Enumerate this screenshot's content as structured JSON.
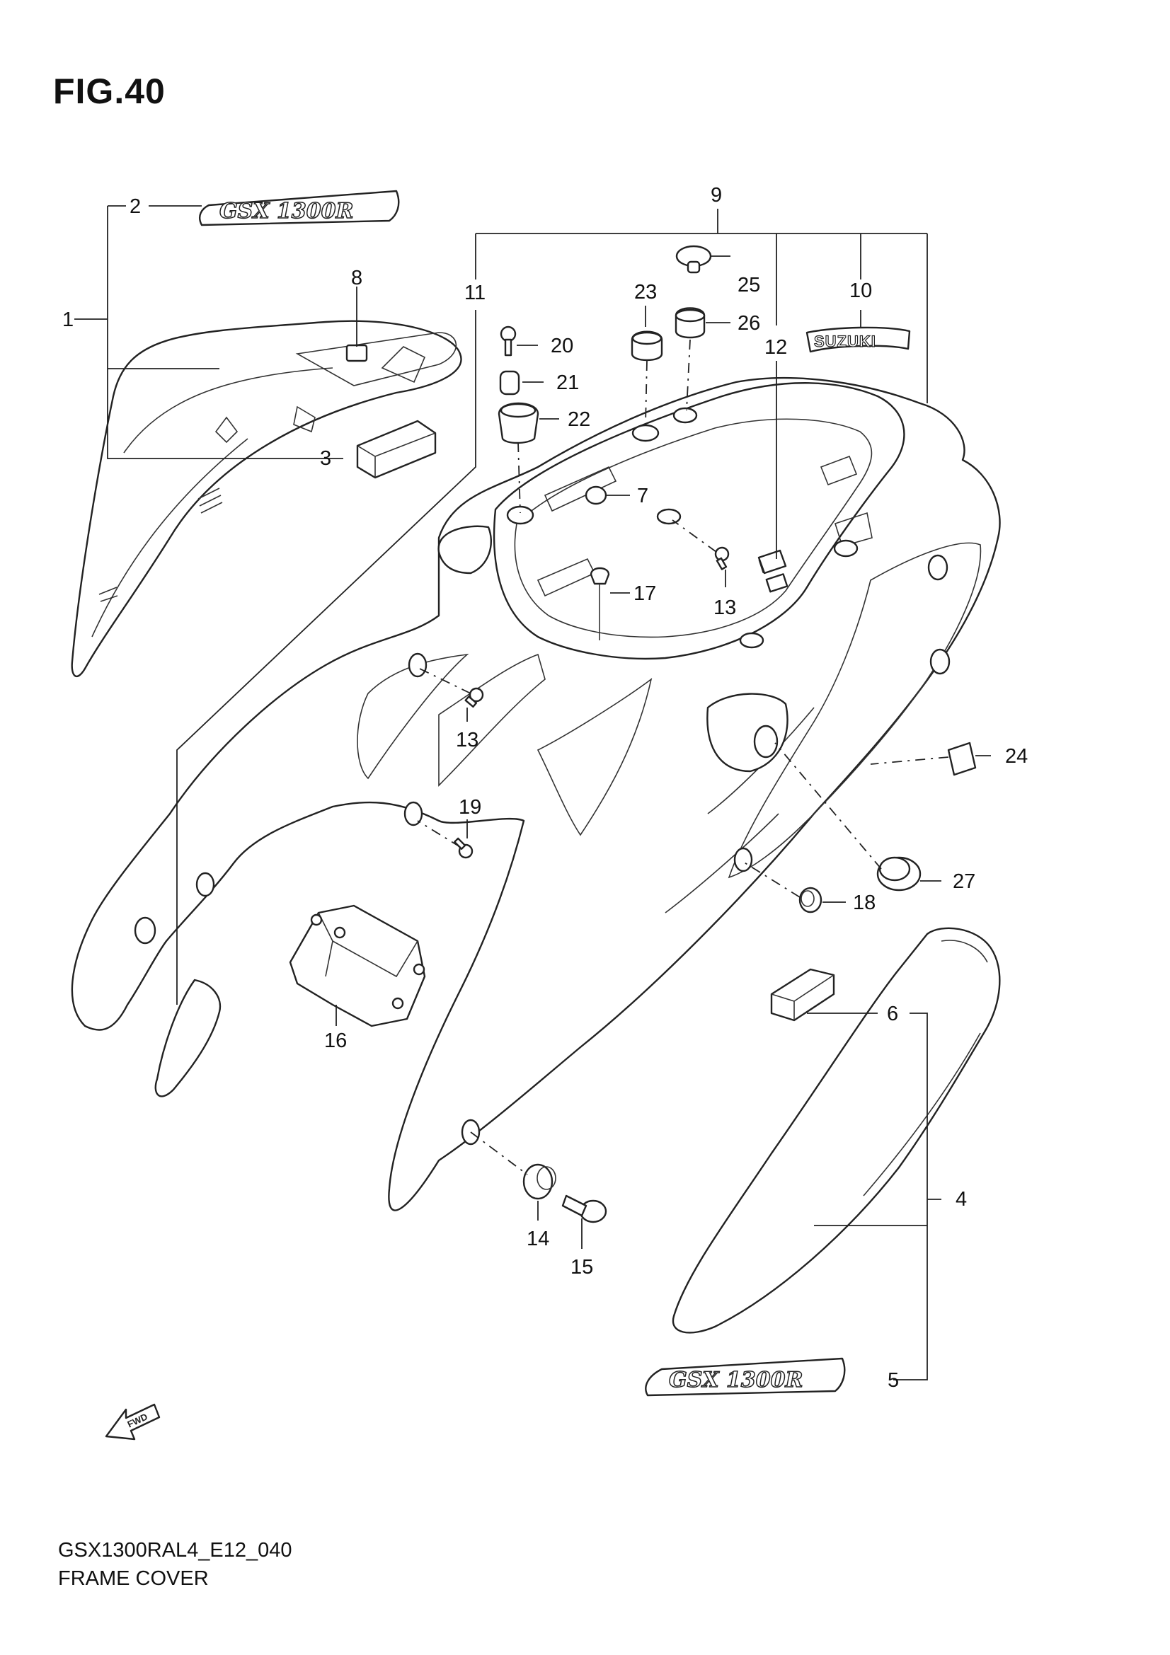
{
  "figure": {
    "title": "FIG.40",
    "model_code": "GSX1300RAL4_E12_040",
    "section_name": "FRAME COVER"
  },
  "emblems": {
    "top_emblem_text": "GSX 1300R",
    "bottom_emblem_text": "GSX 1300R",
    "suzuki_emblem_text": "SUZUKI",
    "fwd_arrow_text": "FWD"
  },
  "callouts": [
    {
      "key": "p1",
      "label": "1"
    },
    {
      "key": "p2",
      "label": "2"
    },
    {
      "key": "p3",
      "label": "3"
    },
    {
      "key": "p4",
      "label": "4"
    },
    {
      "key": "p5",
      "label": "5"
    },
    {
      "key": "p6",
      "label": "6"
    },
    {
      "key": "p7",
      "label": "7"
    },
    {
      "key": "p8",
      "label": "8"
    },
    {
      "key": "p9",
      "label": "9"
    },
    {
      "key": "p10",
      "label": "10"
    },
    {
      "key": "p11",
      "label": "11"
    },
    {
      "key": "p12",
      "label": "12"
    },
    {
      "key": "p13a",
      "label": "13"
    },
    {
      "key": "p13b",
      "label": "13"
    },
    {
      "key": "p14",
      "label": "14"
    },
    {
      "key": "p15",
      "label": "15"
    },
    {
      "key": "p16",
      "label": "16"
    },
    {
      "key": "p17",
      "label": "17"
    },
    {
      "key": "p18",
      "label": "18"
    },
    {
      "key": "p19",
      "label": "19"
    },
    {
      "key": "p20",
      "label": "20"
    },
    {
      "key": "p21",
      "label": "21"
    },
    {
      "key": "p22",
      "label": "22"
    },
    {
      "key": "p23",
      "label": "23"
    },
    {
      "key": "p24",
      "label": "24"
    },
    {
      "key": "p25",
      "label": "25"
    },
    {
      "key": "p26",
      "label": "26"
    },
    {
      "key": "p27",
      "label": "27"
    }
  ]
}
